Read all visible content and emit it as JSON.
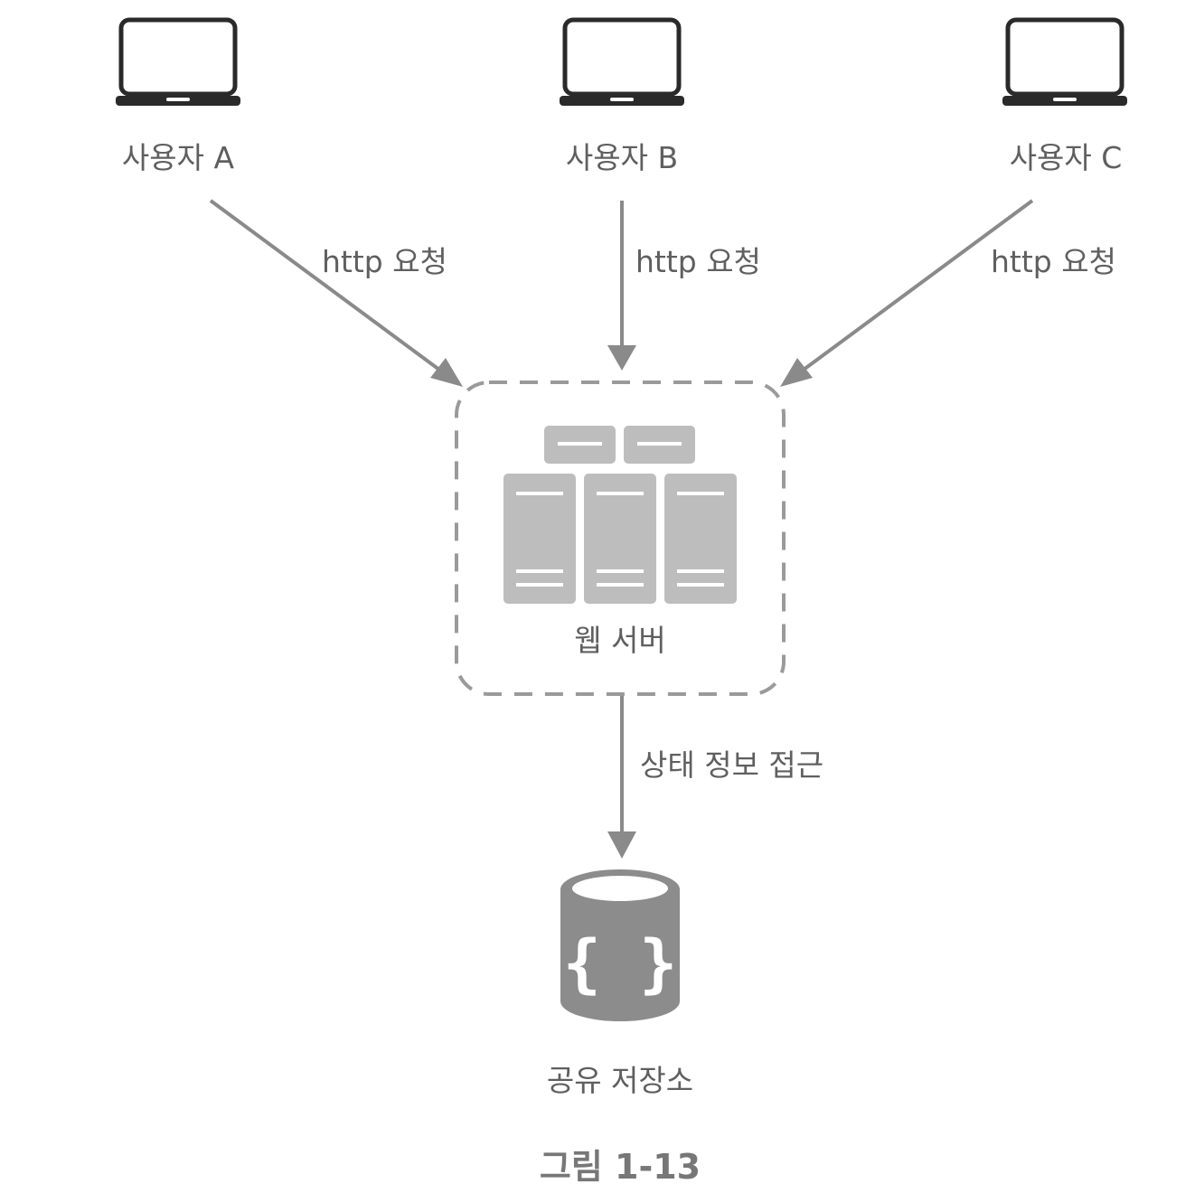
{
  "users": [
    {
      "label": "사용자 A",
      "icon": "laptop-icon"
    },
    {
      "label": "사용자 B",
      "icon": "laptop-icon"
    },
    {
      "label": "사용자 C",
      "icon": "laptop-icon"
    }
  ],
  "edges": {
    "request_label": "http 요청",
    "state_access_label": "상태 정보 접근"
  },
  "web_server": {
    "label": "웹 서버",
    "icon": "server-rack-icon"
  },
  "shared_storage": {
    "label": "공유 저장소",
    "icon": "database-icon"
  },
  "figure_caption": "그림 1-13",
  "colors": {
    "laptop": "#2a2a2a",
    "arrow": "#8a8a8a",
    "server": "#bdbdbd",
    "database": "#8c8c8c",
    "text": "#5f5f5f",
    "caption": "#777777"
  }
}
